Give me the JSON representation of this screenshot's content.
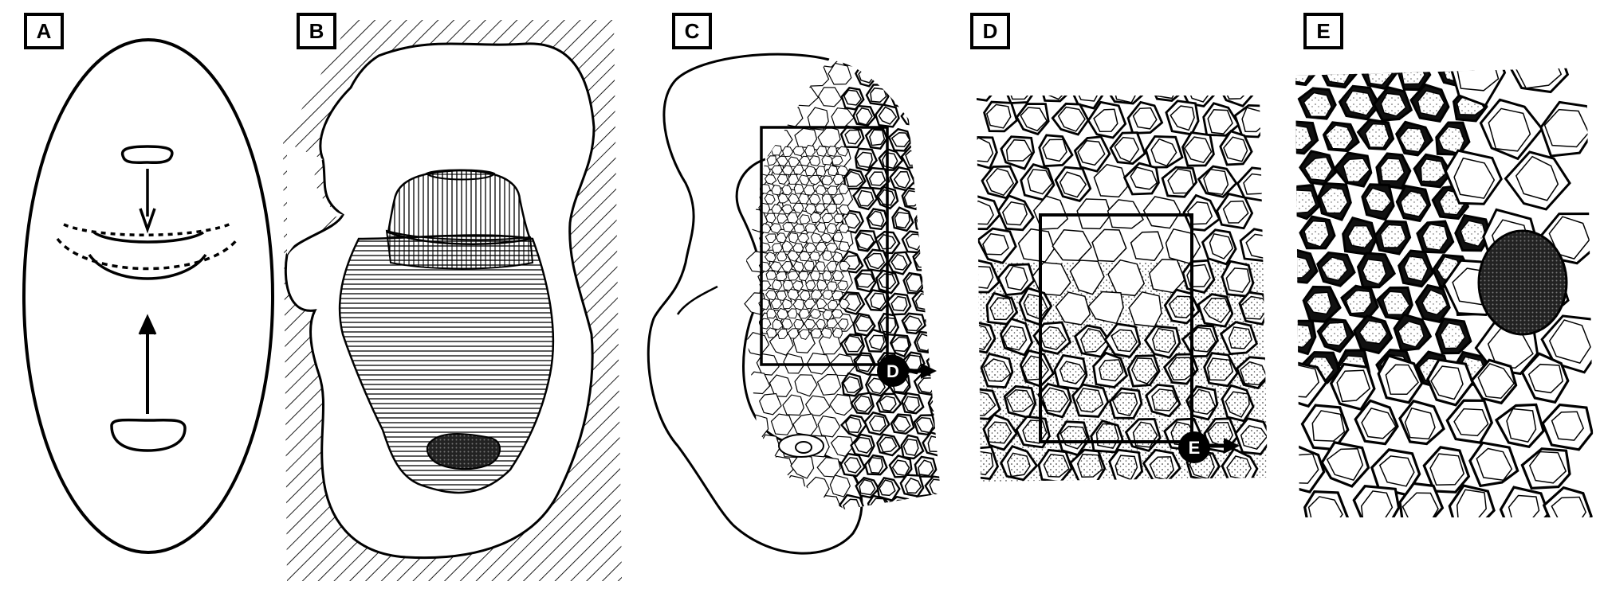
{
  "figure": {
    "panels": [
      {
        "id": "A",
        "label": "A"
      },
      {
        "id": "B",
        "label": "B"
      },
      {
        "id": "C",
        "label": "C"
      },
      {
        "id": "D",
        "label": "D"
      },
      {
        "id": "E",
        "label": "E"
      }
    ],
    "callouts": [
      {
        "id": "callout-c-to-d",
        "label": "D"
      },
      {
        "id": "callout-d-to-e",
        "label": "E"
      }
    ]
  },
  "colors": {
    "ink": "#000000",
    "paper": "#ffffff",
    "stipple": "#9a9a9a"
  }
}
